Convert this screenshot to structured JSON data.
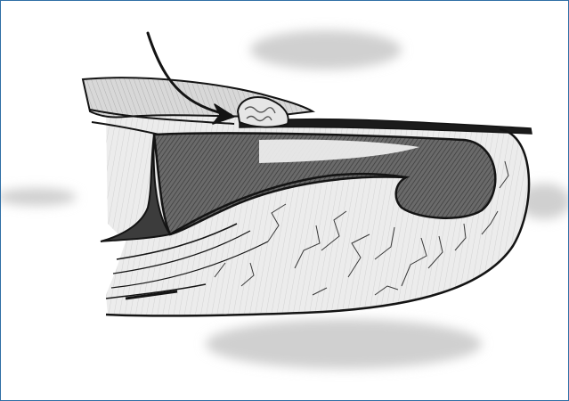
{
  "figure": {
    "kind": "anatomical-line-drawing",
    "subject": "nail-unit-cross-section",
    "colors": {
      "frame": "#2f6fa6",
      "ink": "#141414",
      "shade_dark": "#5e5e5e",
      "shade_light": "#c9c9c9",
      "smudge": "#d4d4d4",
      "background": "#ffffff"
    },
    "parts": [
      {
        "id": "pointer-arrow",
        "kind": "arrow"
      },
      {
        "id": "lesion",
        "kind": "nodule"
      },
      {
        "id": "nail-plate",
        "kind": "plate"
      },
      {
        "id": "proximal-nail-fold",
        "kind": "fold"
      },
      {
        "id": "nail-matrix",
        "kind": "shaded-region"
      },
      {
        "id": "distal-phalanx",
        "kind": "bone"
      },
      {
        "id": "fingertip-pulp",
        "kind": "soft-tissue"
      },
      {
        "id": "tendon",
        "kind": "tendon"
      }
    ]
  }
}
